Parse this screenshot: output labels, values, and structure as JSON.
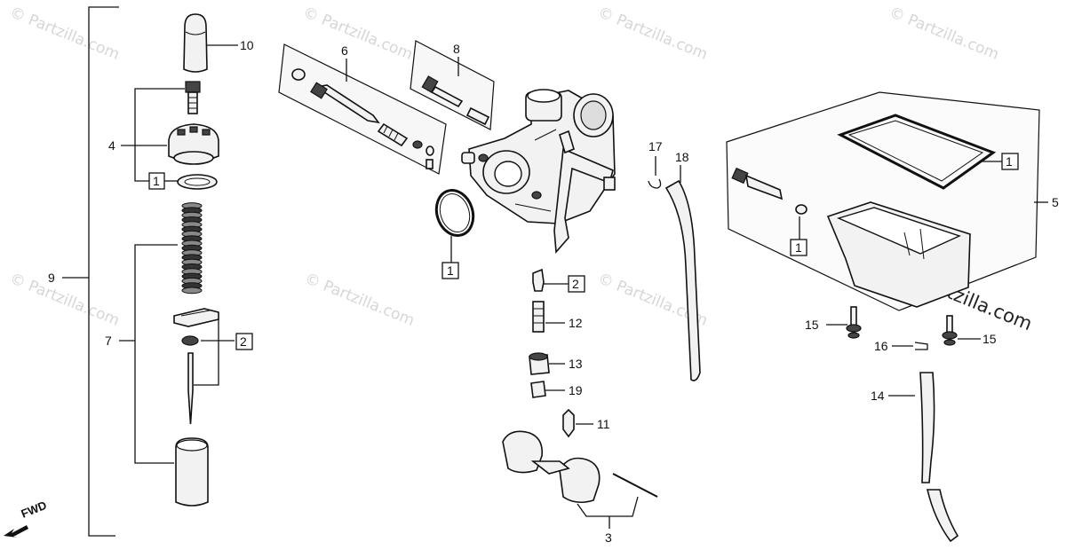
{
  "diagram": {
    "watermark": "© Partzilla.com",
    "direction_label": "FWD",
    "callouts": {
      "c10": "10",
      "c4": "4",
      "c9": "9",
      "c7": "7",
      "c6": "6",
      "c8": "8",
      "c12": "12",
      "c13": "13",
      "c19": "19",
      "c11": "11",
      "c3": "3",
      "c17": "17",
      "c18": "18",
      "c5": "5",
      "c15a": "15",
      "c15b": "15",
      "c16": "16",
      "c14": "14"
    },
    "boxed_callouts": {
      "b1_needle": "1",
      "b2_needle": "2",
      "b1_oring": "1",
      "b2_jet": "2",
      "b1_gasket": "1",
      "b1_screw": "1"
    }
  }
}
